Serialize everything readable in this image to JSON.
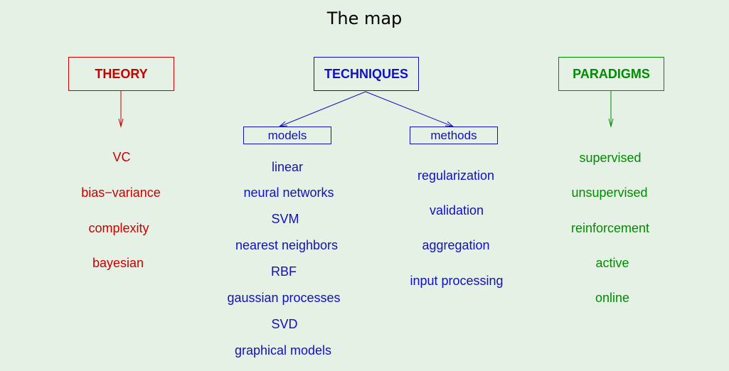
{
  "title": "The map",
  "theory": {
    "label": "THEORY",
    "items": [
      "VC",
      "bias−variance",
      "complexity",
      "bayesian"
    ],
    "color": "#c80000"
  },
  "techniques": {
    "label": "TECHNIQUES",
    "color": "#1010c0",
    "models": {
      "label": "models",
      "items": [
        "linear",
        "neural networks",
        "SVM",
        "nearest neighbors",
        "RBF",
        "gaussian processes",
        "SVD",
        "graphical models"
      ]
    },
    "methods": {
      "label": "methods",
      "items": [
        "regularization",
        "validation",
        "aggregation",
        "input processing"
      ]
    }
  },
  "paradigms": {
    "label": "PARADIGMS",
    "items": [
      "supervised",
      "unsupervised",
      "reinforcement",
      "active",
      "online"
    ],
    "color": "#008c00"
  }
}
